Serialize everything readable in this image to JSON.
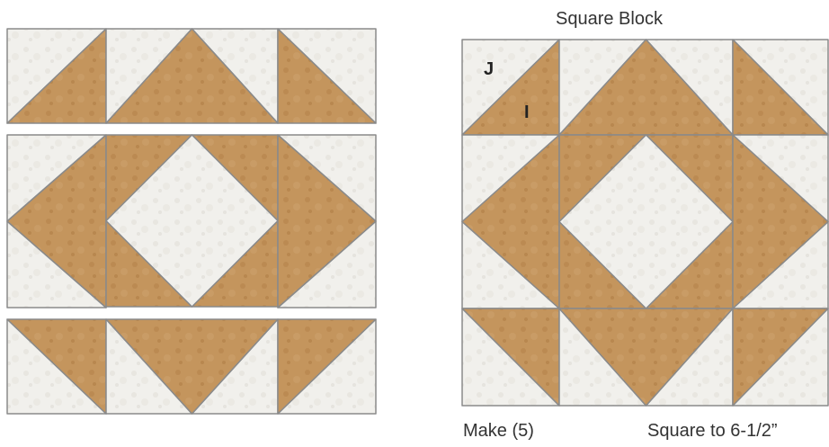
{
  "title": "Square Block",
  "patch_labels": {
    "j": "J",
    "i": "I"
  },
  "make_label": "Make (5)",
  "square_label": "Square to 6-1/2”",
  "colors": {
    "light": "#f1f0ec",
    "light_texture": "#e7e5df",
    "tan": "#c4955d",
    "tan_texture": "#b7874f",
    "seam": "#8a8a8a"
  }
}
